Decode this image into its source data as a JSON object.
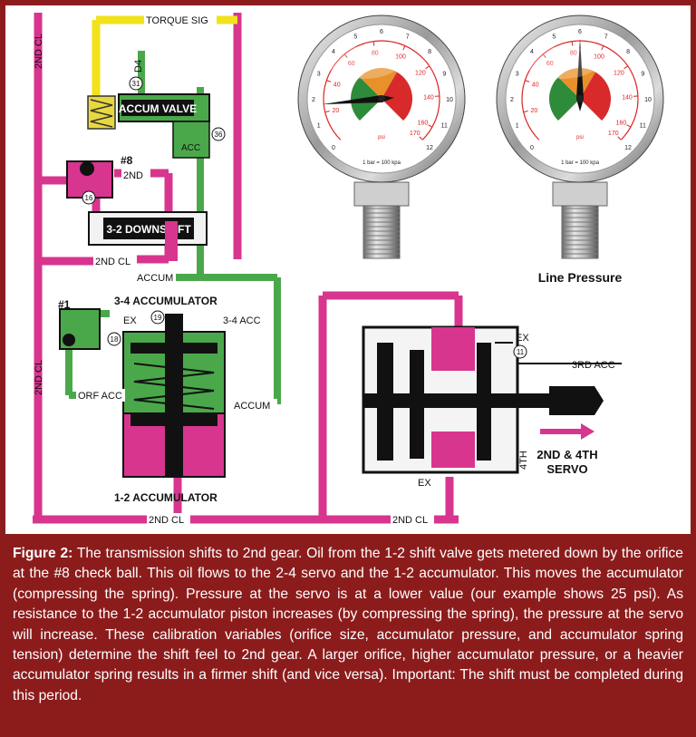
{
  "figure": {
    "caption_label": "Figure 2:",
    "caption_text": "The transmission shifts to 2nd gear. Oil from the 1-2 shift valve gets metered down by the orifice at the #8 check ball. This oil flows to the 2-4 servo and the 1-2 accumulator. This moves the accumulator (compressing the spring). Pressure at the servo is at a lower value (our example shows 25 psi). As resistance to the 1-2 accumulator piston increases (by compressing the spring), the pressure at the servo will increase. These calibration variables (orifice size, accumulator pressure, and accumulator spring tension) determine the shift feel to 2nd gear. A larger orifice, higher accumulator pressure, or a heavier accumulator spring results in a firmer shift (and vice versa). Important: The shift must be completed during this period."
  },
  "colors": {
    "background": "#8c1c1c",
    "magenta": "#d8358f",
    "green": "#4aa84a",
    "yellow": "#f2e21a",
    "black": "#111111"
  },
  "labels": {
    "torque_sig": "TORQUE SIG",
    "d4": "D4",
    "accum_valve": "ACCUM VALVE",
    "acc": "ACC",
    "check_8": "#8",
    "second": "2ND",
    "downshift_32": "3-2 DOWNSHIFT",
    "second_cl": "2ND CL",
    "accum": "ACCUM",
    "acc34_title": "3-4 ACCUMULATOR",
    "check_1": "#1",
    "ex": "EX",
    "acc34": "3-4 ACC",
    "orf_acc": "ORF ACC",
    "acc12_title": "1-2 ACCUMULATOR",
    "third_acc": "3RD ACC",
    "fourth": "4TH",
    "servo_title_1": "2ND & 4TH",
    "servo_title_2": "SERVO",
    "line_pressure": "Line Pressure",
    "orifice_31": "31",
    "orifice_36": "36",
    "orifice_16": "16",
    "orifice_19": "19",
    "orifice_18": "18",
    "orifice_11": "11"
  },
  "gauges": [
    {
      "name": "servo-pressure-gauge",
      "needle_value_psi": 25,
      "max_psi": 170,
      "psi_ticks": [
        "20",
        "40",
        "60",
        "80",
        "100",
        "120",
        "140",
        "160",
        "170"
      ],
      "bar_ticks": [
        "0",
        "1",
        "2",
        "3",
        "4",
        "5",
        "6",
        "7",
        "8",
        "9",
        "10",
        "11",
        "12"
      ],
      "unit_top": "psi",
      "unit_bottom": "1 bar = 100 kpa"
    },
    {
      "name": "line-pressure-gauge",
      "needle_value_psi": 85,
      "max_psi": 170,
      "psi_ticks": [
        "20",
        "40",
        "60",
        "80",
        "100",
        "120",
        "140",
        "160",
        "170"
      ],
      "bar_ticks": [
        "0",
        "1",
        "2",
        "3",
        "4",
        "5",
        "6",
        "7",
        "8",
        "9",
        "10",
        "11",
        "12"
      ],
      "unit_top": "psi",
      "unit_bottom": "1 bar = 100 kpa"
    }
  ]
}
